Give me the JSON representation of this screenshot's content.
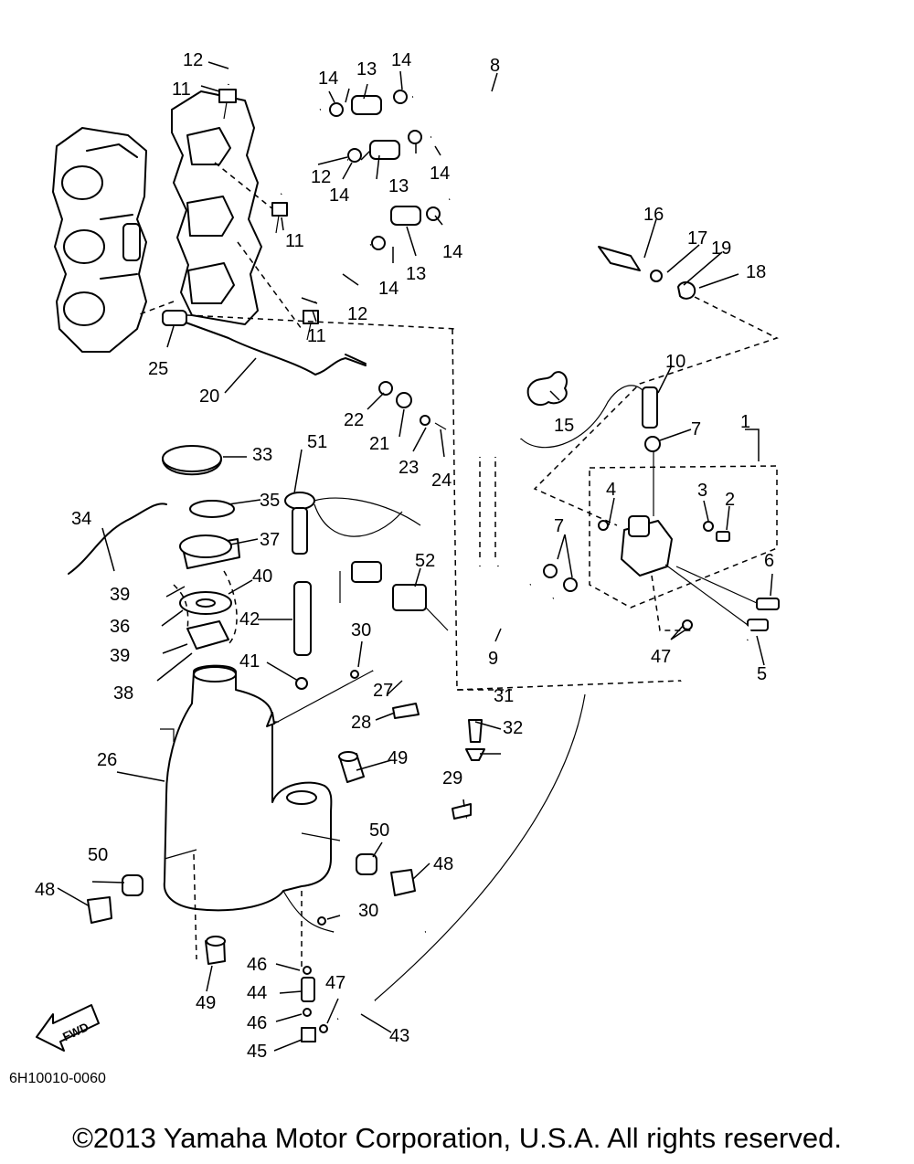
{
  "diagram_code": "6H10010-0060",
  "copyright": "©2013 Yamaha Motor Corporation, U.S.A. All rights reserved.",
  "fwd_label": "FWD",
  "callouts": [
    {
      "id": "c1",
      "label": "1"
    },
    {
      "id": "c2",
      "label": "2"
    },
    {
      "id": "c3",
      "label": "3"
    },
    {
      "id": "c4",
      "label": "4"
    },
    {
      "id": "c5",
      "label": "5"
    },
    {
      "id": "c6",
      "label": "6"
    },
    {
      "id": "c7a",
      "label": "7"
    },
    {
      "id": "c7b",
      "label": "7"
    },
    {
      "id": "c8",
      "label": "8"
    },
    {
      "id": "c9",
      "label": "9"
    },
    {
      "id": "c10",
      "label": "10"
    },
    {
      "id": "c11a",
      "label": "11"
    },
    {
      "id": "c11b",
      "label": "11"
    },
    {
      "id": "c11c",
      "label": "11"
    },
    {
      "id": "c12a",
      "label": "12"
    },
    {
      "id": "c12b",
      "label": "12"
    },
    {
      "id": "c12c",
      "label": "12"
    },
    {
      "id": "c13a",
      "label": "13"
    },
    {
      "id": "c13b",
      "label": "13"
    },
    {
      "id": "c13c",
      "label": "13"
    },
    {
      "id": "c14a",
      "label": "14"
    },
    {
      "id": "c14b",
      "label": "14"
    },
    {
      "id": "c14c",
      "label": "14"
    },
    {
      "id": "c14d",
      "label": "14"
    },
    {
      "id": "c14e",
      "label": "14"
    },
    {
      "id": "c14f",
      "label": "14"
    },
    {
      "id": "c15",
      "label": "15"
    },
    {
      "id": "c16",
      "label": "16"
    },
    {
      "id": "c17",
      "label": "17"
    },
    {
      "id": "c18",
      "label": "18"
    },
    {
      "id": "c19",
      "label": "19"
    },
    {
      "id": "c20",
      "label": "20"
    },
    {
      "id": "c21",
      "label": "21"
    },
    {
      "id": "c22",
      "label": "22"
    },
    {
      "id": "c23",
      "label": "23"
    },
    {
      "id": "c24",
      "label": "24"
    },
    {
      "id": "c25",
      "label": "25"
    },
    {
      "id": "c26",
      "label": "26"
    },
    {
      "id": "c27",
      "label": "27"
    },
    {
      "id": "c28",
      "label": "28"
    },
    {
      "id": "c29",
      "label": "29"
    },
    {
      "id": "c30a",
      "label": "30"
    },
    {
      "id": "c30b",
      "label": "30"
    },
    {
      "id": "c31",
      "label": "31"
    },
    {
      "id": "c32",
      "label": "32"
    },
    {
      "id": "c33",
      "label": "33"
    },
    {
      "id": "c34",
      "label": "34"
    },
    {
      "id": "c35",
      "label": "35"
    },
    {
      "id": "c36",
      "label": "36"
    },
    {
      "id": "c37",
      "label": "37"
    },
    {
      "id": "c38",
      "label": "38"
    },
    {
      "id": "c39a",
      "label": "39"
    },
    {
      "id": "c39b",
      "label": "39"
    },
    {
      "id": "c40",
      "label": "40"
    },
    {
      "id": "c41",
      "label": "41"
    },
    {
      "id": "c42",
      "label": "42"
    },
    {
      "id": "c43",
      "label": "43"
    },
    {
      "id": "c44",
      "label": "44"
    },
    {
      "id": "c45",
      "label": "45"
    },
    {
      "id": "c46a",
      "label": "46"
    },
    {
      "id": "c46b",
      "label": "46"
    },
    {
      "id": "c47a",
      "label": "47"
    },
    {
      "id": "c47b",
      "label": "47"
    },
    {
      "id": "c48a",
      "label": "48"
    },
    {
      "id": "c48b",
      "label": "48"
    },
    {
      "id": "c49a",
      "label": "49"
    },
    {
      "id": "c49b",
      "label": "49"
    },
    {
      "id": "c50a",
      "label": "50"
    },
    {
      "id": "c50b",
      "label": "50"
    },
    {
      "id": "c51",
      "label": "51"
    },
    {
      "id": "c52",
      "label": "52"
    }
  ]
}
